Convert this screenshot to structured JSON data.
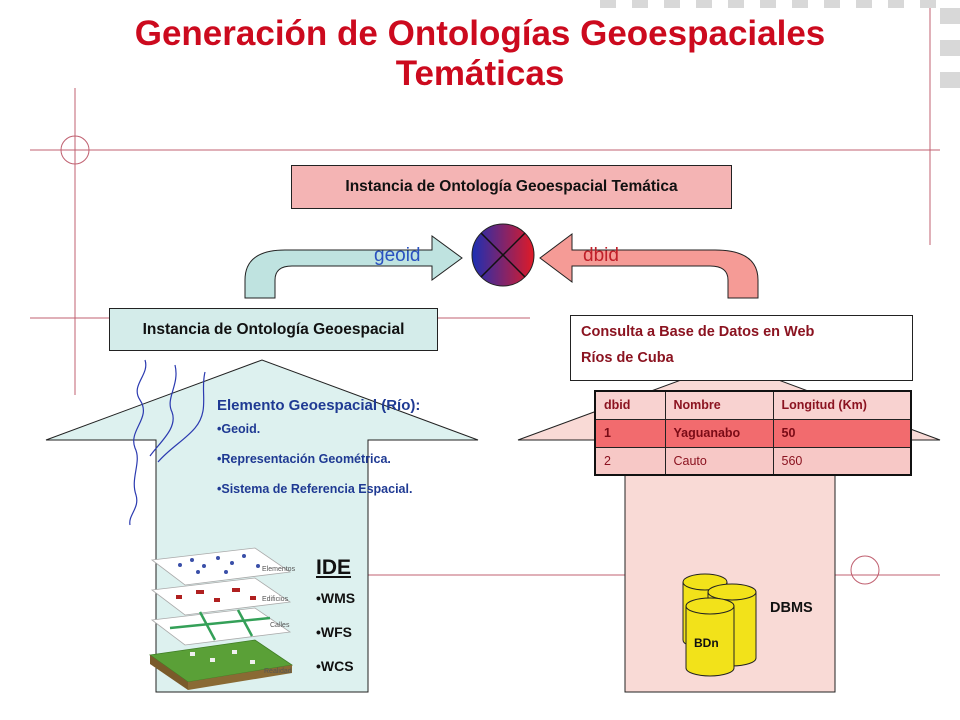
{
  "title_line1": "Generación de Ontologías Geoespaciales",
  "title_line2": "Temáticas",
  "top_instance": "Instancia de Ontología Geoespacial Temática",
  "left_arrow_label": "geoid",
  "right_arrow_label": "dbid",
  "left_instance": "Instancia de Ontología Geoespacial",
  "query_line1": "Consulta a Base de Datos en Web",
  "query_line2": "Ríos de Cuba",
  "element": {
    "heading": "Elemento Geoespacial (Río):",
    "items": [
      "•Geoid.",
      "•Representación Geométrica.",
      "•Sistema de Referencia Espacial."
    ]
  },
  "layers": [
    "Elementos",
    "Edificios",
    "Calles",
    "Realidad"
  ],
  "ide": {
    "heading": "IDE",
    "items": [
      "•WMS",
      "•WFS",
      "•WCS"
    ]
  },
  "dbms_label": "DBMS",
  "db_cylinder_label": "BDn",
  "table": {
    "headers": [
      "dbid",
      "Nombre",
      "Longitud (Km)"
    ],
    "rows": [
      [
        "1",
        "Yaguanabo",
        "50"
      ],
      [
        "2",
        "Cauto",
        "560"
      ]
    ]
  },
  "colors": {
    "title": "#cc0a1e",
    "left_house": "#ddf1ef",
    "right_house": "#f9dad6",
    "left_arrow": "#bfe3e0",
    "right_arrow": "#f59b96",
    "top_box": "#f4b4b4",
    "left_box": "#d4ecea",
    "db_cylinder": "#f2e21a"
  }
}
